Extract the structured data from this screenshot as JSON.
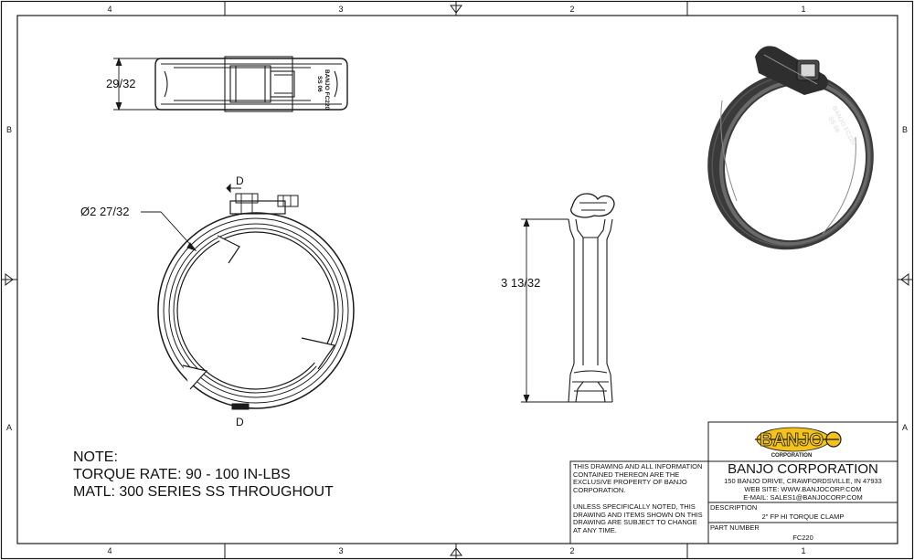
{
  "border": {
    "top_zones": [
      "4",
      "3",
      "2",
      "1"
    ],
    "bottom_zones": [
      "4",
      "3",
      "2",
      "1"
    ],
    "left_zones": [
      "B",
      "A"
    ],
    "right_zones": [
      "B",
      "A"
    ]
  },
  "dimensions": {
    "width_label": "29/32",
    "diameter_label": "Ø2 27/32",
    "height_label": "3 13/32",
    "section_label_top": "D",
    "section_label_bottom": "D"
  },
  "band_marking": {
    "line1": "BANJO FC220",
    "line2": "SS 06"
  },
  "notes": {
    "heading": "NOTE:",
    "torque": "TORQUE RATE: 90 - 100 IN-LBS",
    "material": "MATL: 300 SERIES SS THROUGHOUT"
  },
  "title_block": {
    "logo_text": "BANJO",
    "logo_subtext": "CORPORATION",
    "company": "BANJO CORPORATION",
    "address": "150 BANJO DRIVE, CRAWFORDSVILLE, IN 47933",
    "website": "WEB SITE: WWW.BANJOCORP.COM",
    "email": "E-MAIL: SALES1@BANJOCORP.COM",
    "property_notice": "THIS DRAWING AND ALL INFORMATION CONTAINED THEREON ARE THE EXCLUSIVE PROPERTY OF BANJO CORPORATION.",
    "change_notice": "UNLESS SPECIFICALLY NOTED, THIS DRAWING AND ITEMS SHOWN ON THIS DRAWING ARE SUBJECT TO CHANGE AT ANY TIME.",
    "description_label": "DESCRIPTION",
    "description": "2\" FP HI TORQUE CLAMP",
    "part_number_label": "PART NUMBER",
    "part_number": "FC220"
  },
  "colors": {
    "line": "#1a1a1a",
    "logo_yellow": "#f3c21b",
    "band_dark": "#3a3a3a"
  }
}
